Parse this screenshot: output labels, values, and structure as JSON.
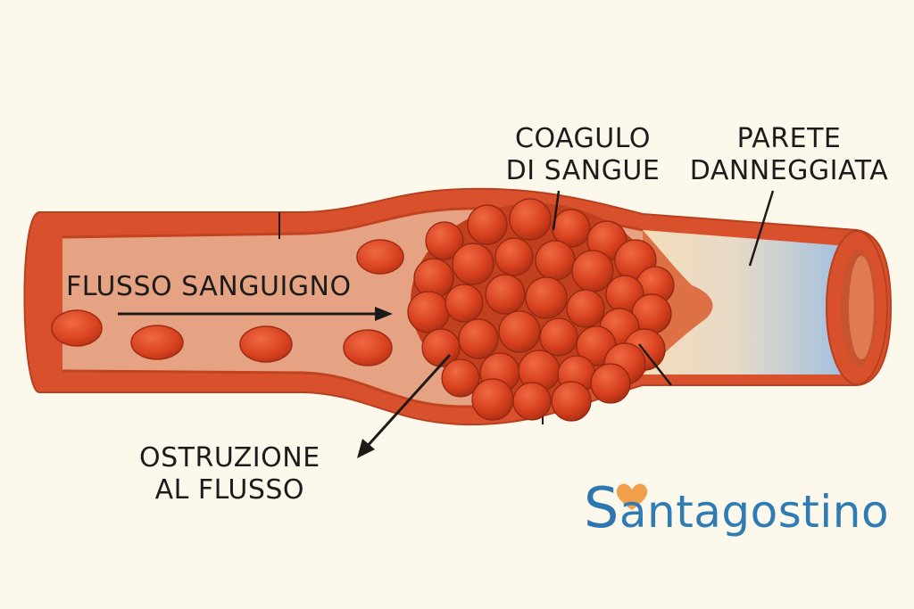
{
  "labels": {
    "blood_flow": "FLUSSO SANGUIGNO",
    "clot_line1": "COAGULO",
    "clot_line2": "DI SANGUE",
    "wall_line1": "PARETE",
    "wall_line2": "DANNEGGIATA",
    "obstruction_line1": "OSTRUZIONE",
    "obstruction_line2": "AL FLUSSO"
  },
  "logo": {
    "initial": "S",
    "rest": "antagostino"
  },
  "colors": {
    "background": "#fcf8ec",
    "vessel_wall": "#d9502c",
    "vessel_interior": "#e6a383",
    "clot_cells": "#d8411f",
    "damaged_wall": "#f1d7b4",
    "damaged_lumen": "#a9c4de",
    "logo_blue": "#2f7cb4",
    "logo_heart": "#f2a04a"
  },
  "icons": {
    "flow_arrow": "arrow-right",
    "obstruction_pointer": "arrow-down-left",
    "logo_mark": "heart-icon"
  }
}
